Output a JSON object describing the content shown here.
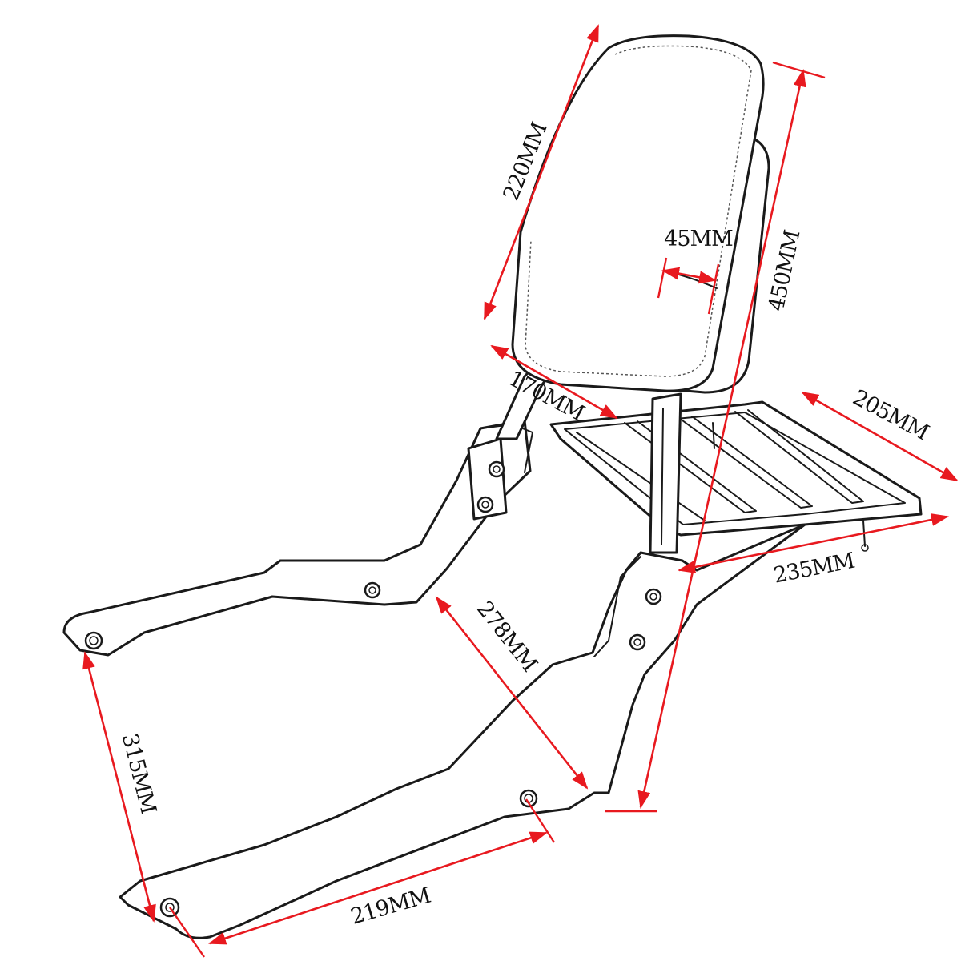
{
  "product": "backrest sissy bar with luggage rack",
  "colors": {
    "dimension": "#e8191f",
    "outline": "#1a1a1a",
    "background": "#ffffff",
    "text": "#111111"
  },
  "dimensions": {
    "pad_height": "220MM",
    "pad_thickness": "45MM",
    "overall_height": "450MM",
    "pad_width": "170MM",
    "rack_width": "205MM",
    "rack_length": "235MM",
    "plate_span": "278MM",
    "plate_height": "315MM",
    "plate_bottom": "219MM"
  }
}
